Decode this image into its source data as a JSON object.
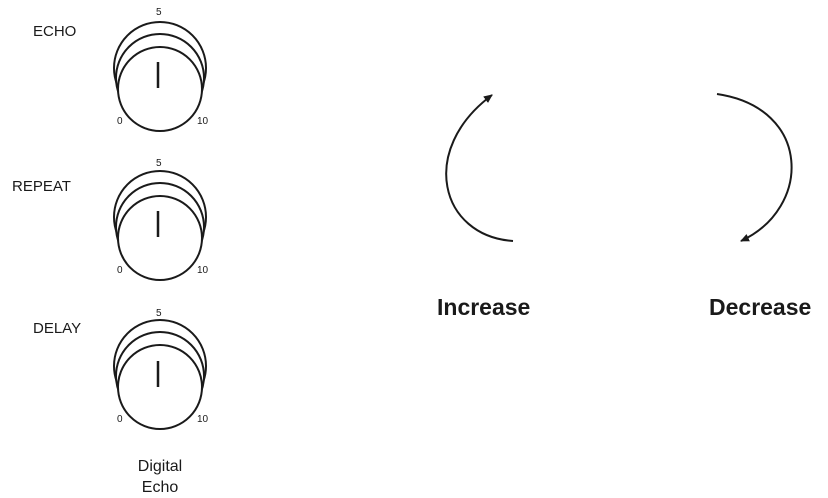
{
  "knobs": [
    {
      "label": "ECHO",
      "min": "0",
      "mid": "5",
      "max": "10"
    },
    {
      "label": "REPEAT",
      "min": "0",
      "mid": "5",
      "max": "10"
    },
    {
      "label": "DELAY",
      "min": "0",
      "mid": "5",
      "max": "10"
    }
  ],
  "panel_title_line1": "Digital",
  "panel_title_line2": "Echo",
  "directions": {
    "increase_label": "Increase",
    "decrease_label": "Decrease"
  }
}
